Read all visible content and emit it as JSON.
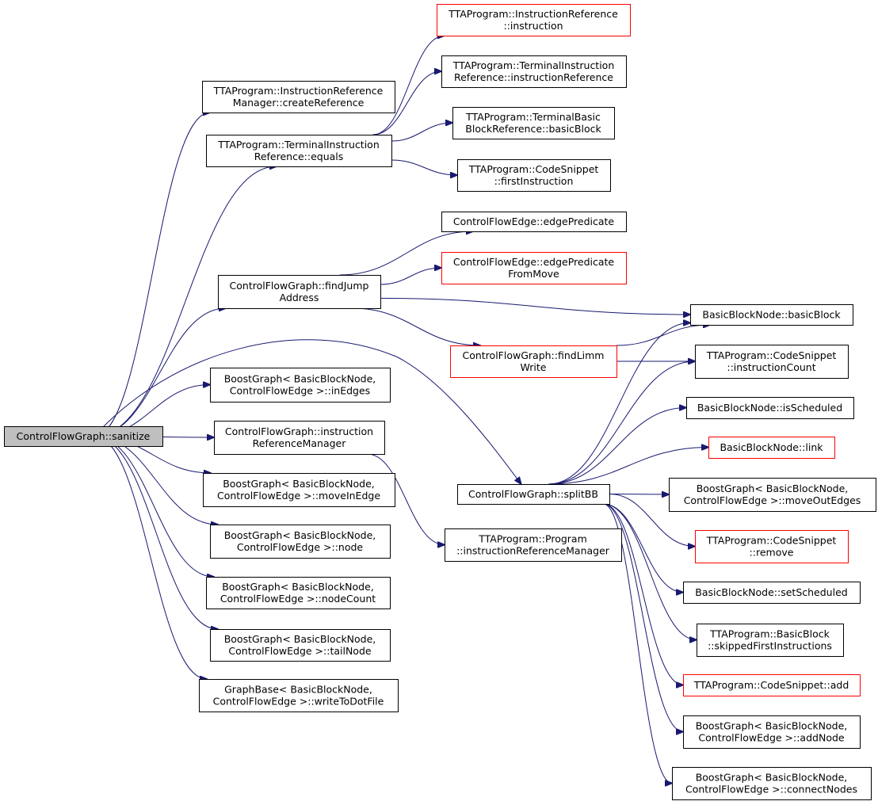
{
  "graph": {
    "root": "sanitize",
    "colors": {
      "edge": "#191970",
      "link_border": "#000000",
      "red_border": "#ff0000",
      "focus_fill": "#bfbfbf"
    },
    "nodes": [
      {
        "id": "sanitize",
        "lines": [
          "ControlFlowGraph::sanitize"
        ],
        "style": "focus"
      },
      {
        "id": "createRef",
        "lines": [
          "TTAProgram::InstructionReference",
          "Manager::createReference"
        ],
        "style": "normal"
      },
      {
        "id": "equals",
        "lines": [
          "TTAProgram::TerminalInstruction",
          "Reference::equals"
        ],
        "style": "normal"
      },
      {
        "id": "irInstruction",
        "lines": [
          "TTAProgram::InstructionReference",
          "::instruction"
        ],
        "style": "red"
      },
      {
        "id": "tirInstructionRef",
        "lines": [
          "TTAProgram::TerminalInstruction",
          "Reference::instructionReference"
        ],
        "style": "normal"
      },
      {
        "id": "tbbrBasicBlock",
        "lines": [
          "TTAProgram::TerminalBasic",
          "BlockReference::basicBlock"
        ],
        "style": "normal"
      },
      {
        "id": "csFirstInstr",
        "lines": [
          "TTAProgram::CodeSnippet",
          "::firstInstruction"
        ],
        "style": "normal"
      },
      {
        "id": "edgePredicate",
        "lines": [
          "ControlFlowEdge::edgePredicate"
        ],
        "style": "normal"
      },
      {
        "id": "edgePredFromMove",
        "lines": [
          "ControlFlowEdge::edgePredicate",
          "FromMove"
        ],
        "style": "red"
      },
      {
        "id": "findJumpAddr",
        "lines": [
          "ControlFlowGraph::findJump",
          "Address"
        ],
        "style": "normal"
      },
      {
        "id": "bbnBasicBlock",
        "lines": [
          "BasicBlockNode::basicBlock"
        ],
        "style": "normal"
      },
      {
        "id": "findLimmWrite",
        "lines": [
          "ControlFlowGraph::findLimm",
          "Write"
        ],
        "style": "red"
      },
      {
        "id": "csInstrCount",
        "lines": [
          "TTAProgram::CodeSnippet",
          "::instructionCount"
        ],
        "style": "normal"
      },
      {
        "id": "inEdges",
        "lines": [
          "BoostGraph< BasicBlockNode,",
          "ControlFlowEdge >::inEdges"
        ],
        "style": "normal"
      },
      {
        "id": "bbnIsScheduled",
        "lines": [
          "BasicBlockNode::isScheduled"
        ],
        "style": "normal"
      },
      {
        "id": "instrRefMgr",
        "lines": [
          "ControlFlowGraph::instruction",
          "ReferenceManager"
        ],
        "style": "normal"
      },
      {
        "id": "bbnLink",
        "lines": [
          "BasicBlockNode::link"
        ],
        "style": "red"
      },
      {
        "id": "moveInEdge",
        "lines": [
          "BoostGraph< BasicBlockNode,",
          "ControlFlowEdge >::moveInEdge"
        ],
        "style": "normal"
      },
      {
        "id": "splitBB",
        "lines": [
          "ControlFlowGraph::splitBB"
        ],
        "style": "normal"
      },
      {
        "id": "moveOutEdges",
        "lines": [
          "BoostGraph< BasicBlockNode,",
          "ControlFlowEdge >::moveOutEdges"
        ],
        "style": "normal"
      },
      {
        "id": "node",
        "lines": [
          "BoostGraph< BasicBlockNode,",
          "ControlFlowEdge >::node"
        ],
        "style": "normal"
      },
      {
        "id": "progIrm",
        "lines": [
          "TTAProgram::Program",
          "::instructionReferenceManager"
        ],
        "style": "normal"
      },
      {
        "id": "csRemove",
        "lines": [
          "TTAProgram::CodeSnippet",
          "::remove"
        ],
        "style": "red"
      },
      {
        "id": "nodeCount",
        "lines": [
          "BoostGraph< BasicBlockNode,",
          "ControlFlowEdge >::nodeCount"
        ],
        "style": "normal"
      },
      {
        "id": "bbnSetScheduled",
        "lines": [
          "BasicBlockNode::setScheduled"
        ],
        "style": "normal"
      },
      {
        "id": "bbSkipped",
        "lines": [
          "TTAProgram::BasicBlock",
          "::skippedFirstInstructions"
        ],
        "style": "normal"
      },
      {
        "id": "tailNode",
        "lines": [
          "BoostGraph< BasicBlockNode,",
          "ControlFlowEdge >::tailNode"
        ],
        "style": "normal"
      },
      {
        "id": "csAdd",
        "lines": [
          "TTAProgram::CodeSnippet::add"
        ],
        "style": "red"
      },
      {
        "id": "writeToDot",
        "lines": [
          "GraphBase< BasicBlockNode,",
          "ControlFlowEdge >::writeToDotFile"
        ],
        "style": "normal"
      },
      {
        "id": "addNode",
        "lines": [
          "BoostGraph< BasicBlockNode,",
          "ControlFlowEdge >::addNode"
        ],
        "style": "normal"
      },
      {
        "id": "connectNodes",
        "lines": [
          "BoostGraph< BasicBlockNode,",
          "ControlFlowEdge >::connectNodes"
        ],
        "style": "normal"
      }
    ],
    "edges": [
      {
        "from": "sanitize",
        "to": "createRef"
      },
      {
        "from": "sanitize",
        "to": "equals"
      },
      {
        "from": "sanitize",
        "to": "findJumpAddr"
      },
      {
        "from": "sanitize",
        "to": "splitBB"
      },
      {
        "from": "sanitize",
        "to": "inEdges"
      },
      {
        "from": "sanitize",
        "to": "instrRefMgr"
      },
      {
        "from": "sanitize",
        "to": "moveInEdge"
      },
      {
        "from": "sanitize",
        "to": "node"
      },
      {
        "from": "sanitize",
        "to": "nodeCount"
      },
      {
        "from": "sanitize",
        "to": "tailNode"
      },
      {
        "from": "sanitize",
        "to": "writeToDot"
      },
      {
        "from": "equals",
        "to": "irInstruction"
      },
      {
        "from": "equals",
        "to": "tirInstructionRef"
      },
      {
        "from": "equals",
        "to": "tbbrBasicBlock"
      },
      {
        "from": "equals",
        "to": "csFirstInstr"
      },
      {
        "from": "findJumpAddr",
        "to": "edgePredicate"
      },
      {
        "from": "findJumpAddr",
        "to": "edgePredFromMove"
      },
      {
        "from": "findJumpAddr",
        "to": "bbnBasicBlock"
      },
      {
        "from": "findJumpAddr",
        "to": "findLimmWrite"
      },
      {
        "from": "findLimmWrite",
        "to": "bbnBasicBlock"
      },
      {
        "from": "findLimmWrite",
        "to": "csInstrCount"
      },
      {
        "from": "instrRefMgr",
        "to": "progIrm"
      },
      {
        "from": "splitBB",
        "to": "bbnBasicBlock"
      },
      {
        "from": "splitBB",
        "to": "csInstrCount"
      },
      {
        "from": "splitBB",
        "to": "bbnIsScheduled"
      },
      {
        "from": "splitBB",
        "to": "bbnLink"
      },
      {
        "from": "splitBB",
        "to": "moveOutEdges"
      },
      {
        "from": "splitBB",
        "to": "csRemove"
      },
      {
        "from": "splitBB",
        "to": "bbnSetScheduled"
      },
      {
        "from": "splitBB",
        "to": "bbSkipped"
      },
      {
        "from": "splitBB",
        "to": "csAdd"
      },
      {
        "from": "splitBB",
        "to": "addNode"
      },
      {
        "from": "splitBB",
        "to": "connectNodes"
      }
    ]
  }
}
